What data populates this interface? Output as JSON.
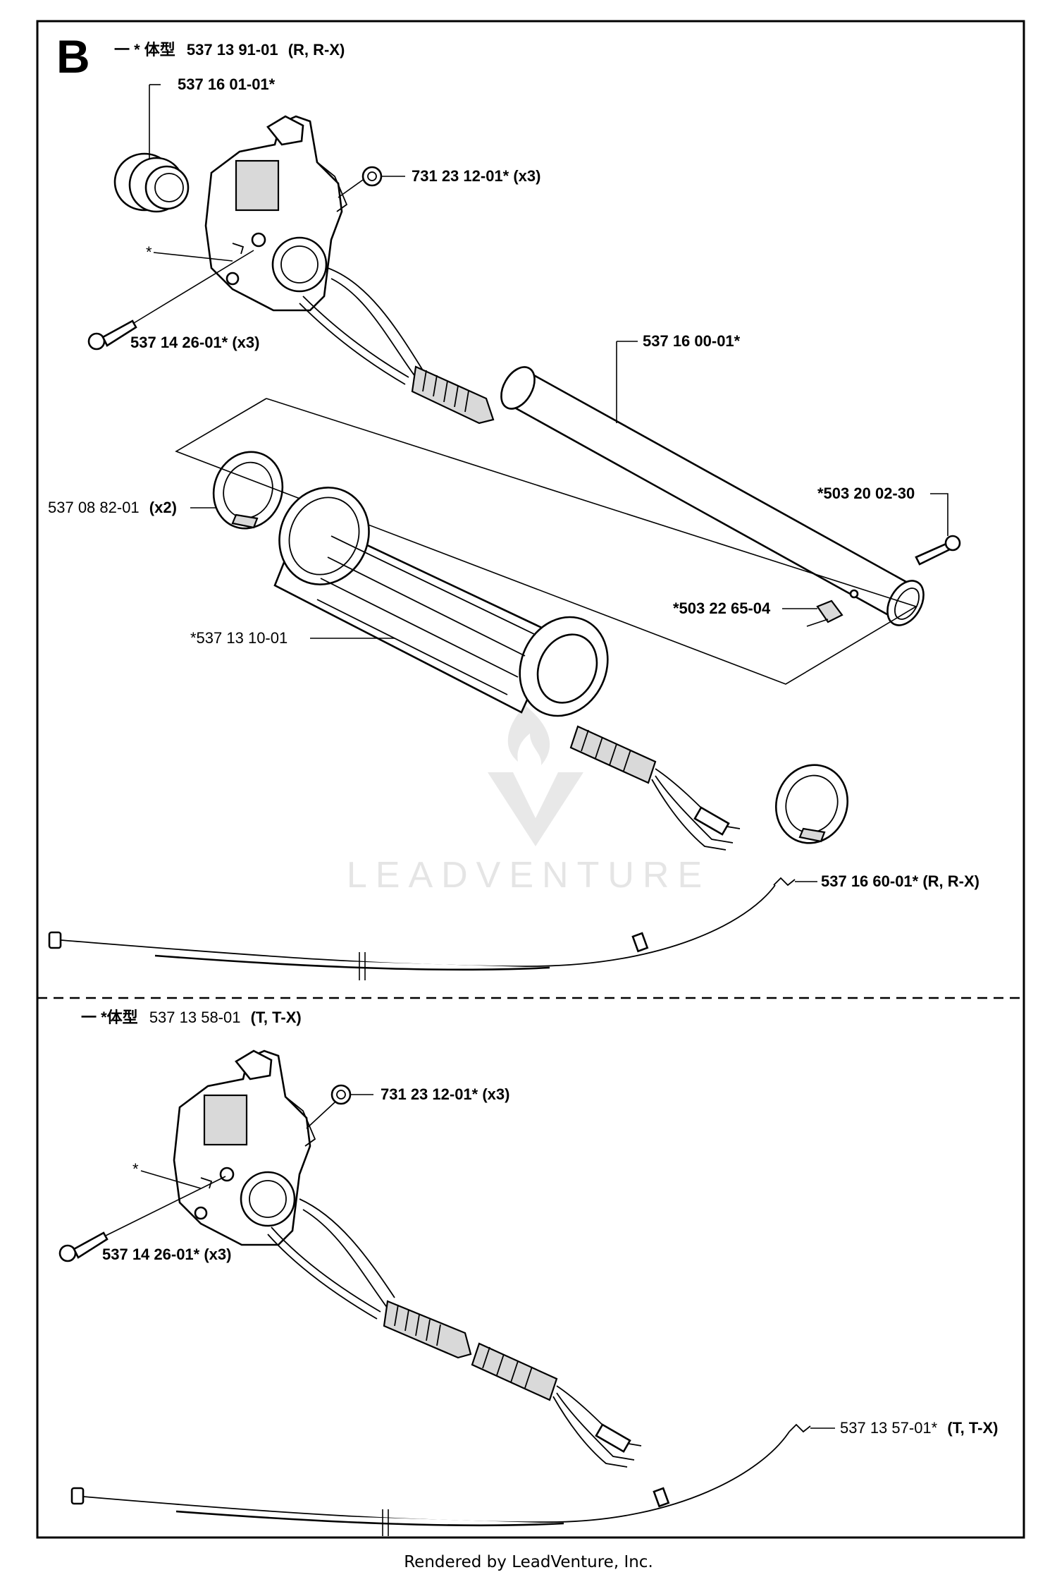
{
  "section_letter": "B",
  "upper": {
    "assembly_prefix": "一 * 体型",
    "assembly_part": "537 13 91-01",
    "assembly_models": "(R, R-X)",
    "labels": {
      "bellows": "537 16 01-01*",
      "nut": "731 23 12-01* (x3)",
      "housing_star": "*",
      "screw": "537 14 26-01* (x3)",
      "tube": "537 16 00-01*",
      "bolt": "*503 20 02-30",
      "ring_part": "537 08 82-01",
      "ring_qty": "(x2)",
      "square_nut": "*503 22 65-04",
      "grip": "*537 13 10-01",
      "cable": "537 16 60-01* (R, R-X)"
    }
  },
  "lower": {
    "assembly_prefix": "一 *体型",
    "assembly_part": "537 13 58-01",
    "assembly_models": "(T, T-X)",
    "labels": {
      "nut": "731 23 12-01* (x3)",
      "housing_star": "*",
      "screw": "537 14 26-01* (x3)",
      "cable_part": "537 13 57-01*",
      "cable_models": "(T, T-X)"
    }
  },
  "watermark": "LEADVENTURE",
  "footer": "Rendered by LeadVenture, Inc."
}
